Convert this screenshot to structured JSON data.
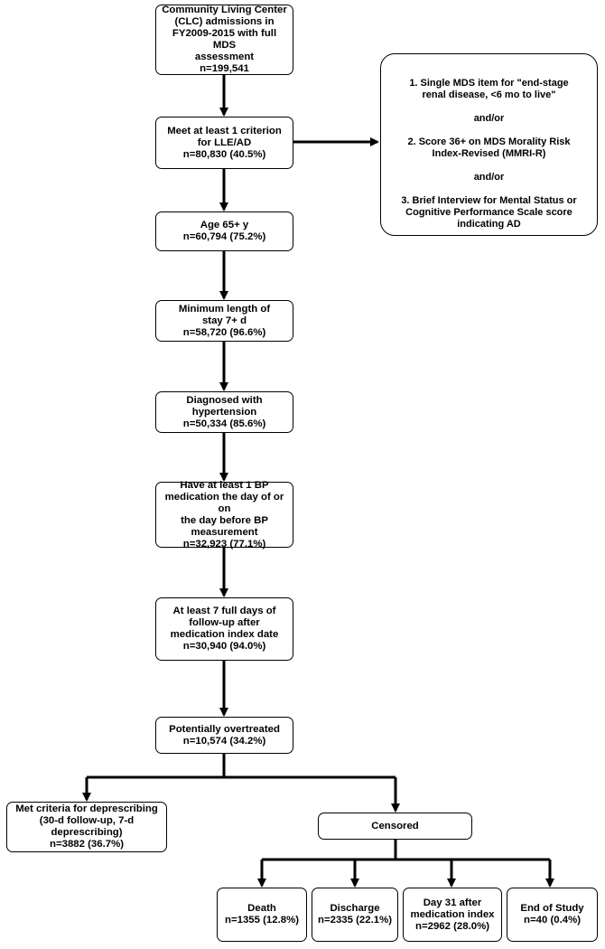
{
  "nodes": {
    "start": [
      "Community Living Center",
      "(CLC) admissions in",
      "FY2009-2015 with full MDS",
      "assessment",
      "n=199,541"
    ],
    "criterion": [
      "Meet at least 1 criterion",
      "for LLE/AD",
      "n=80,830 (40.5%)"
    ],
    "age": [
      "Age 65+ y",
      "n=60,794 (75.2%)"
    ],
    "stay": [
      "Minimum length of",
      "stay 7+ d",
      "n=58,720 (96.6%)"
    ],
    "htn": [
      "Diagnosed with",
      "hypertension",
      "n=50,334 (85.6%)"
    ],
    "bpmed": [
      "Have at least 1 BP",
      "medication the day of or on",
      "the day before BP",
      "measurement",
      "n=32,923 (77.1%)"
    ],
    "followup": [
      "At least 7 full days of",
      "follow-up after",
      "medication index date",
      "n=30,940 (94.0%)"
    ],
    "overtreated": [
      "Potentially overtreated",
      "n=10,574 (34.2%)"
    ],
    "deprescribing": [
      "Met criteria for deprescribing",
      "(30-d  follow-up, 7-d",
      "deprescribing)",
      "n=3882 (36.7%)"
    ],
    "censored": [
      "Censored"
    ],
    "death": [
      "Death",
      "n=1355 (12.8%)"
    ],
    "discharge": [
      "Discharge",
      "n=2335 (22.1%)"
    ],
    "day31": [
      "Day 31 after",
      "medication index",
      "n=2962 (28.0%)"
    ],
    "endstudy": [
      "End of Study",
      "n=40 (0.4%)"
    ]
  },
  "criteria_box": {
    "lines": [
      "1. Single MDS item for \"end-stage",
      "renal disease, <6 mo to live\"",
      "",
      "and/or",
      "",
      "2. Score 36+ on MDS Morality Risk",
      "Index-Revised (MMRI-R)",
      "",
      "and/or",
      "",
      "3. Brief Interview for Mental Status or",
      "Cognitive Performance Scale score",
      "indicating AD"
    ]
  }
}
